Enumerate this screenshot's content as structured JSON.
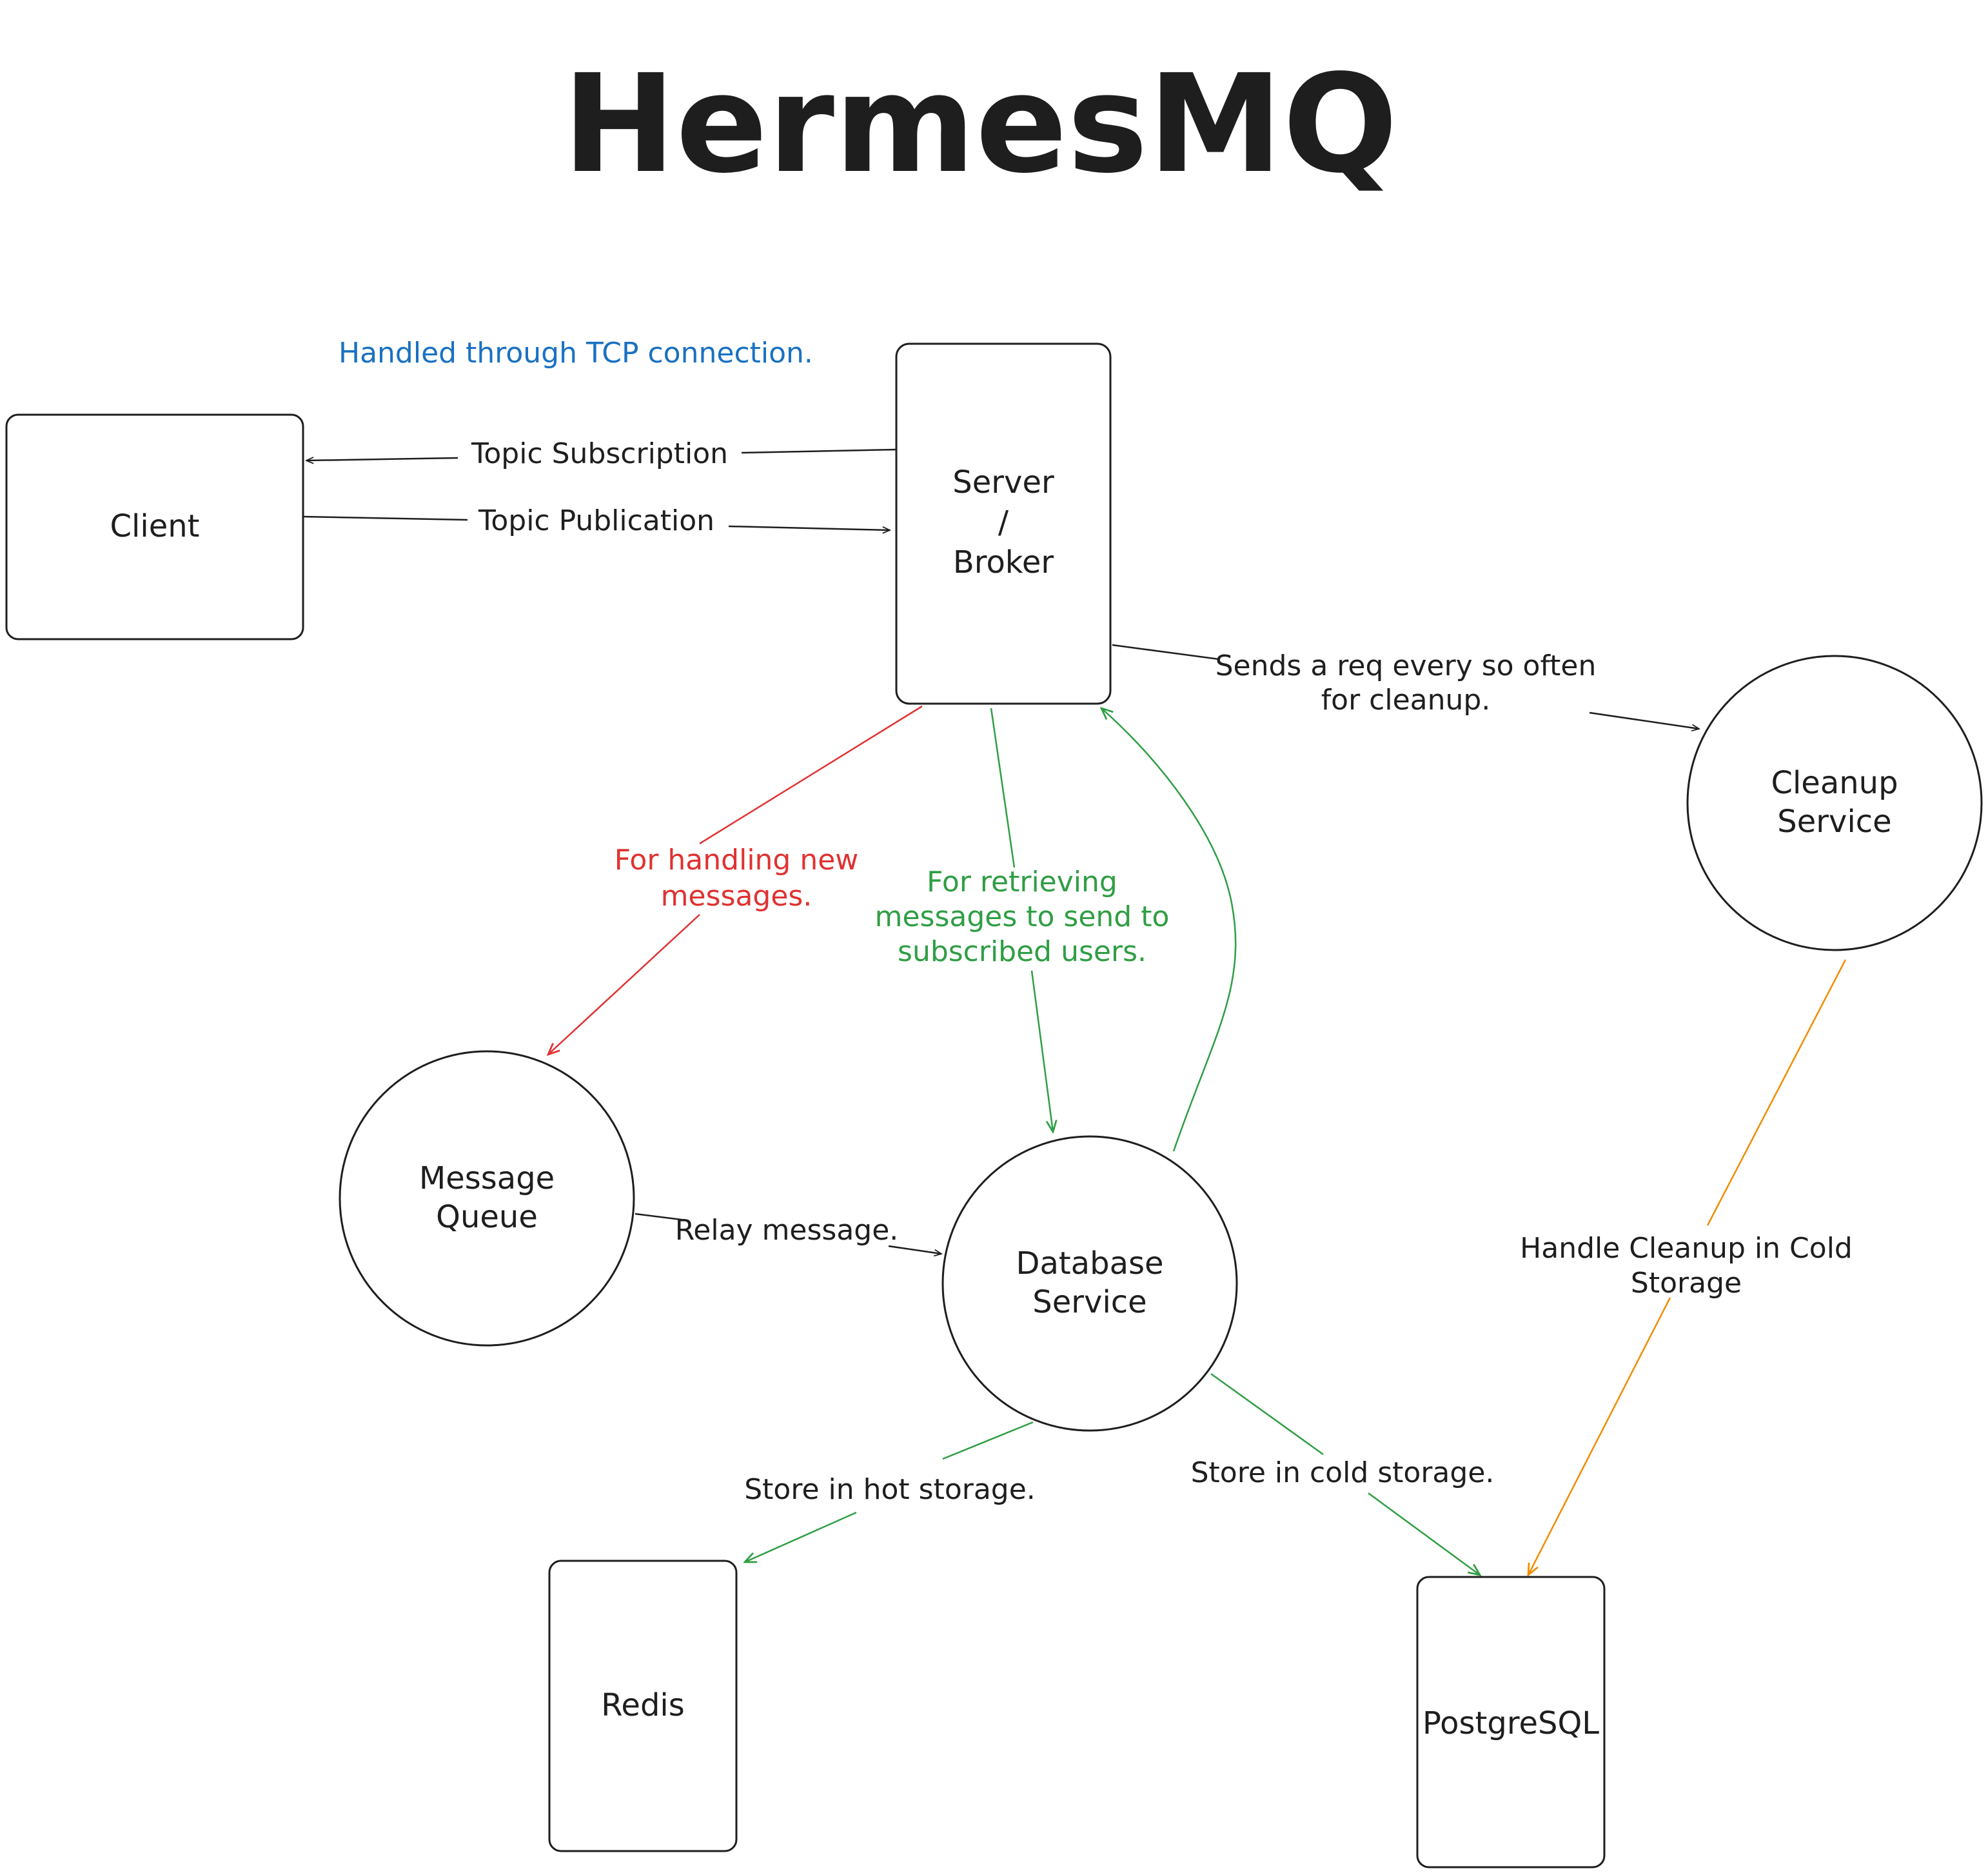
{
  "title": "HermesMQ",
  "colors": {
    "ink": "#1e1e1e",
    "blue": "#1971c2",
    "red": "#e03131",
    "green": "#2f9e44",
    "orange": "#f08c00"
  },
  "nodes": {
    "client": {
      "label": "Client",
      "shape": "rectangle"
    },
    "server": {
      "line1": "Server",
      "line2": "/",
      "line3": "Broker",
      "shape": "rectangle"
    },
    "cleanup": {
      "line1": "Cleanup",
      "line2": "Service",
      "shape": "circle"
    },
    "message_queue": {
      "line1": "Message",
      "line2": "Queue",
      "shape": "circle"
    },
    "database_service": {
      "line1": "Database",
      "line2": "Service",
      "shape": "circle"
    },
    "redis": {
      "label": "Redis",
      "shape": "rectangle"
    },
    "postgres": {
      "label": "PostgreSQL",
      "shape": "rectangle"
    }
  },
  "notes": {
    "tcp": "Handled through TCP connection."
  },
  "edges": {
    "subscription": {
      "label": "Topic Subscription",
      "from": "Server / Broker",
      "to": "Client",
      "color": "ink"
    },
    "publication": {
      "label": "Topic Publication",
      "from": "Client",
      "to": "Server / Broker",
      "color": "ink"
    },
    "cleanup_req": {
      "line1": "Sends a req every so often",
      "line2": "for cleanup.",
      "from": "Server / Broker",
      "to": "Cleanup Service",
      "color": "ink"
    },
    "new_messages": {
      "line1": "For handling new",
      "line2": "messages.",
      "from": "Server / Broker",
      "to": "Message Queue",
      "color": "red"
    },
    "retrieving": {
      "line1": "For retrieving",
      "line2": "messages to send to",
      "line3": "subscribed users.",
      "from": "Server / Broker",
      "to": "Database Service",
      "color": "green"
    },
    "db_to_server": {
      "from": "Database Service",
      "to": "Server / Broker",
      "color": "green"
    },
    "relay": {
      "label": "Relay message.",
      "from": "Message Queue",
      "to": "Database Service",
      "color": "ink"
    },
    "hot": {
      "label": "Store in hot storage.",
      "from": "Database Service",
      "to": "Redis",
      "color": "green"
    },
    "cold": {
      "label": "Store in cold storage.",
      "from": "Database Service",
      "to": "PostgreSQL",
      "color": "green"
    },
    "cold_cleanup": {
      "line1": "Handle Cleanup in Cold",
      "line2": "Storage",
      "from": "Cleanup Service",
      "to": "PostgreSQL",
      "color": "orange"
    }
  }
}
